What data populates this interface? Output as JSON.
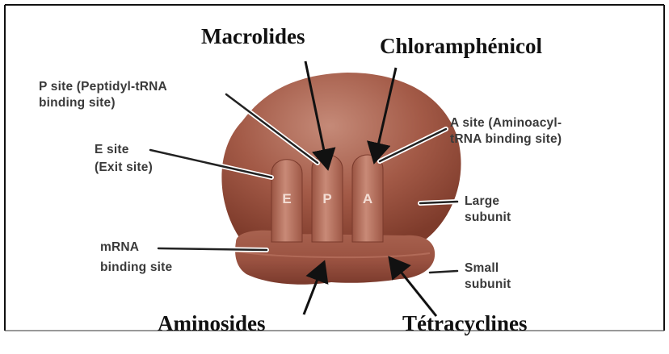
{
  "sites": {
    "e": "E",
    "p": "P",
    "a": "A"
  },
  "labels": {
    "p_site_1": "P site (Peptidyl-tRNA",
    "p_site_2": "binding site)",
    "e_site_1": "E site",
    "e_site_2": "(Exit site)",
    "mrna_1": "mRNA",
    "mrna_2": "binding site",
    "a_site_1": "A site (Aminoacyl-",
    "a_site_2": "tRNA binding site)",
    "large_1": "Large",
    "large_2": "subunit",
    "small_1": "Small",
    "small_2": "subunit"
  },
  "antibiotics": {
    "macrolides": "Macrolides",
    "chloramphenicol": "Chloramphénicol",
    "aminosides": "Aminosides",
    "tetracyclines": "Tétracyclines"
  }
}
